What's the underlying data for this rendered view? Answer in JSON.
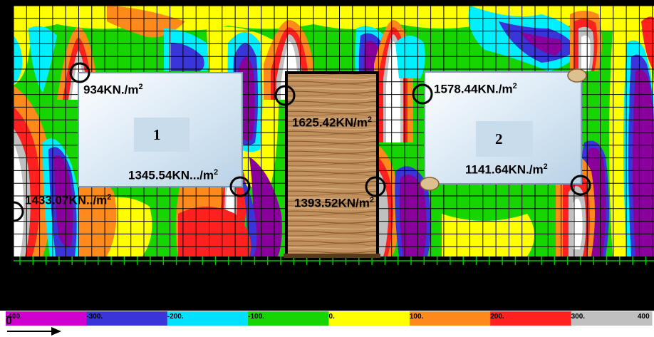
{
  "colors": {
    "frame": "#000000",
    "white": "#ffffff",
    "gray": "#c0c0c0",
    "red": "#ff2020",
    "orange": "#ff8a1c",
    "yellow": "#ffff00",
    "green": "#17d500",
    "cyan": "#00f0ff",
    "blue": "#3a35d8",
    "purple": "#8a009c",
    "panel": "#d8e8f4",
    "wood": "#b88a58"
  },
  "panels": [
    {
      "number": "1"
    },
    {
      "number": "2"
    }
  ],
  "annotations": [
    {
      "label": "934KN./m",
      "sup": "2"
    },
    {
      "label": "1345.54KN.../m",
      "sup": "2"
    },
    {
      "label": "1433.07KN../m",
      "sup": "2"
    },
    {
      "label": "1625.42KN/m",
      "sup": "2"
    },
    {
      "label": "1393.52KN/m",
      "sup": "2"
    },
    {
      "label": "1578.44KN./m",
      "sup": "2"
    },
    {
      "label": "1141.64KN./m",
      "sup": "2"
    }
  ],
  "scale": {
    "ticks": [
      "-400.",
      "-300.",
      "-200.",
      "-100.",
      "0.",
      "100.",
      "200.",
      "300.",
      "400"
    ],
    "colors": [
      "#d000d0",
      "#3a35d8",
      "#00e0ff",
      "#17d500",
      "#ffff00",
      "#ff8a1c",
      "#ff2020",
      "#c0c0c0"
    ]
  },
  "origin": {
    "label": "0"
  }
}
